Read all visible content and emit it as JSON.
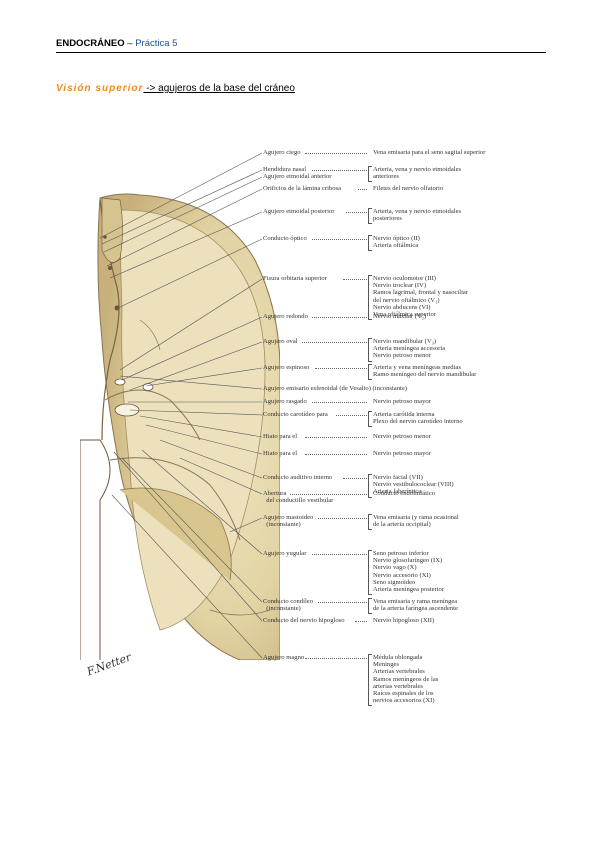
{
  "header": {
    "title_bold": "ENDOCRÁNEO",
    "dash": " – ",
    "subtitle": "Práctica 5"
  },
  "section": {
    "orange": "Visión superior",
    "rest": " -> agujeros de la base del cráneo"
  },
  "signature": "F.Netter",
  "colors": {
    "orange": "#f28a1a",
    "subtitle_blue": "#1f4e9a",
    "bone": "#e3d7a8",
    "bone_shadow": "#b9a577"
  },
  "labels": [
    {
      "left": "Agujero ciego",
      "right": [
        "Vena emisaria para el seno sagital superior"
      ]
    },
    {
      "left": "Hendidura nasal",
      "right": [
        "Arteria, vena y nervio etmoidales",
        "anteriores"
      ]
    },
    {
      "left": "Agujero etmoidal anterior",
      "right": []
    },
    {
      "left": "Orificios de la lámina cribosa",
      "right": [
        "Filetes del nervio olfatorio"
      ]
    },
    {
      "left": "Agujero etmoidal posterior",
      "right": [
        "Arteria, vena y nervio etmoidales",
        "posteriores"
      ]
    },
    {
      "left": "Conducto óptico",
      "right": [
        "Nervio óptico (II)",
        "Arteria oftálmica"
      ]
    },
    {
      "left": "Fisura orbitaria superior",
      "right": [
        "Nervio oculomotor (III)",
        "Nervio troclear (IV)",
        "Ramos lagrimal, frontal y nasociliar",
        "del nervio oftálmico (V₁)",
        "Nervio abducens (VI)",
        "Vena oftálmica superior"
      ]
    },
    {
      "left": "Agujero redondo",
      "right": [
        "Nervio maxilar (V₂)"
      ]
    },
    {
      "left": "Agujero oval",
      "right": [
        "Nervio mandibular (V₃)",
        "Arteria meníngea accesoria",
        "Nervio petroso menor"
      ]
    },
    {
      "left": "Agujero espinoso",
      "right": [
        "Arteria y vena meníngeas medias",
        "Ramo meníngeo del nervio mandibular"
      ]
    },
    {
      "left": "Agujero emisario esfenoidal (de Vesalio) (inconstante)",
      "right": []
    },
    {
      "left": "Agujero rasgado",
      "right": [
        "Nervio petroso mayor"
      ]
    },
    {
      "left": "Conducto carotídeo para",
      "right": [
        "Arteria carótida interna",
        "Plexo del nervio carotídeo interno"
      ]
    },
    {
      "left": "Hiato para el",
      "right": [
        "Nervio petroso menor"
      ]
    },
    {
      "left": "Hiato para el",
      "right": [
        "Nervio petroso mayor"
      ]
    },
    {
      "left": "Conducto auditivo interno",
      "right": [
        "Nervio facial (VII)",
        "Nervio vestibulococlear (VIII)",
        "Arteria laberíntica"
      ]
    },
    {
      "left": "Abertura\n  del conductillo vestibular",
      "right": [
        "Conducto endolinfático"
      ]
    },
    {
      "left": "Agujero mastoideo\n  (inconstante)",
      "right": [
        "Vena emisaria (y rama ocasional",
        "de la arteria occipital)"
      ]
    },
    {
      "left": "Agujero yugular",
      "right": [
        "Seno petroso inferior",
        "Nervio glosofaríngeo (IX)",
        "Nervio vago (X)",
        "Nervio accesorio (XI)",
        "Seno sigmoideo",
        "Arteria meníngea posterior"
      ]
    },
    {
      "left": "Conducto condíleo\n  (inconstante)",
      "right": [
        "Vena emisaria y rama meníngea",
        "de la arteria faríngea ascendente"
      ]
    },
    {
      "left": "Conducto del nervio hipogloso",
      "right": [
        "Nervio hipogloso (XII)"
      ]
    },
    {
      "left": "Agujero magno",
      "right": [
        "Médula oblongada",
        "Meninges",
        "Arterias vertebrales",
        "Ramos meníngeos de las",
        "arterias vertebrales",
        "Raíces espinales de los",
        "nervios accesorios (XI)"
      ]
    }
  ]
}
